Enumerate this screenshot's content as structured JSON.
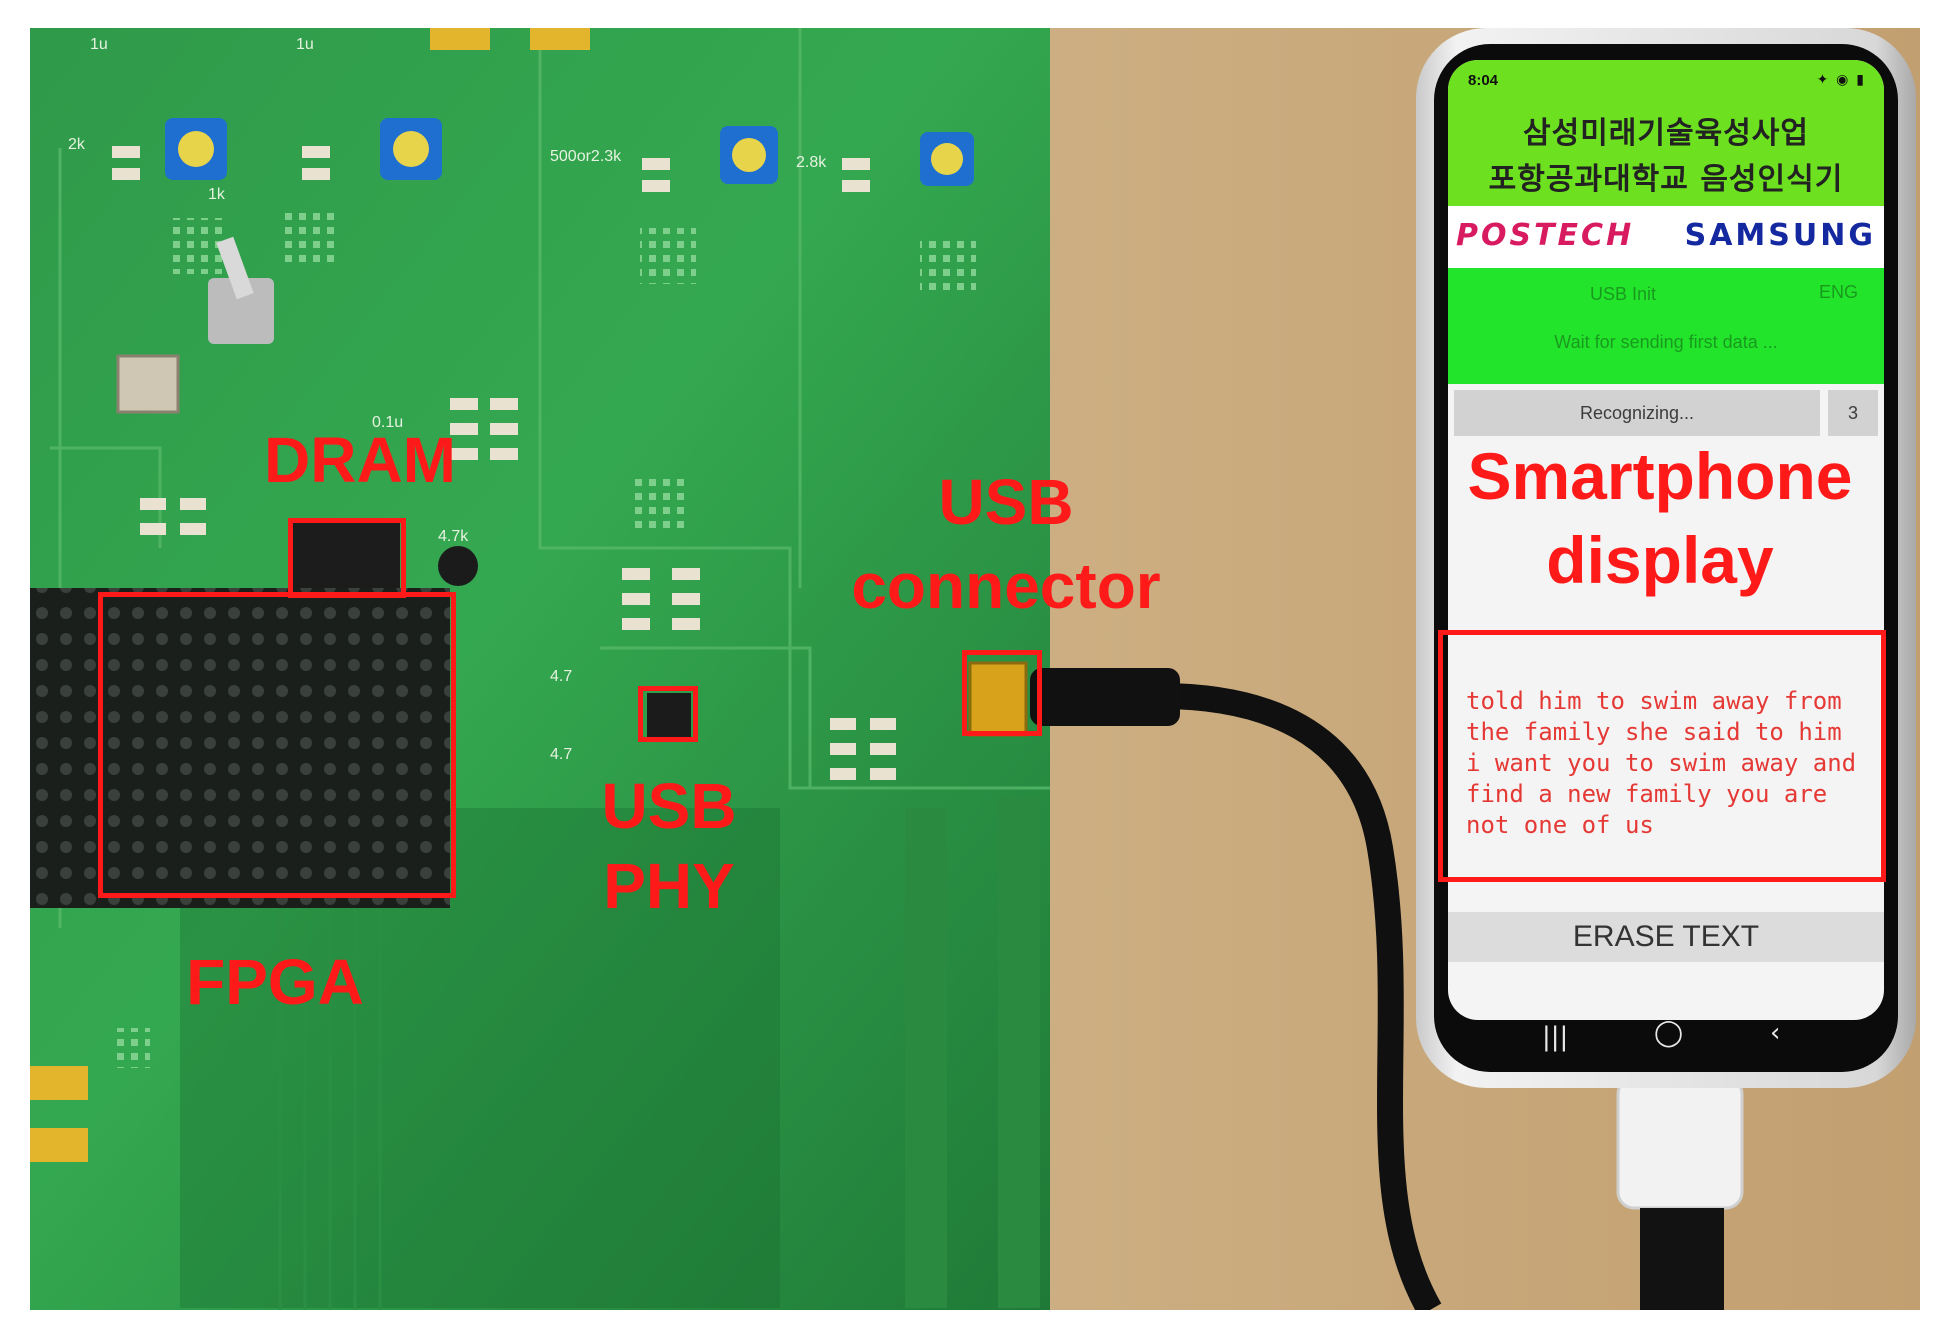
{
  "callouts": {
    "dram": "DRAM",
    "fpga": "FPGA",
    "usb_connector": "USB\nconnector",
    "usb_phy": "USB\nPHY",
    "smartphone_display": "Smartphone\ndisplay"
  },
  "board_marks": {
    "r_2k": "2k",
    "r_1k_a": "1k",
    "r_1u_a": "1u",
    "r_1u_b": "1u",
    "r_500or": "500or2.3k",
    "r_2_8k": "2.8k",
    "r_4_7_a": "4.7",
    "r_4_7_b": "4.7",
    "r_4_7k": "4.7k",
    "r_0_1u": "0.1u"
  },
  "phone_app": {
    "status_time": "8:04",
    "title_line1": "삼성미래기술육성사업",
    "title_line2": "포항공과대학교  음성인식기",
    "logo_left": "POSTECH",
    "logo_right": "SAMSUNG",
    "usb_status": "USB Init",
    "language": "ENG",
    "wait_message": "Wait for sending first data ...",
    "recognizing": "Recognizing...",
    "count": "3",
    "transcript": "told him to swim away from the family she said to him i want you to swim away and find a new family you are not one of us",
    "erase_button": "ERASE TEXT"
  },
  "icons": [
    "recent-apps-icon",
    "home-icon",
    "back-icon"
  ]
}
